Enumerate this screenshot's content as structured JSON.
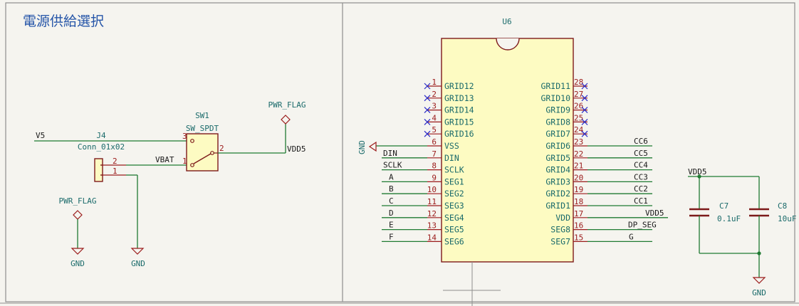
{
  "sheet": {
    "title": "電源供給選択"
  },
  "colors": {
    "background": "#f5f4ef",
    "border": "#8e8e8e",
    "wire": "#1f7a32",
    "pin": "#9b1b1b",
    "component_outline": "#7d1a1a",
    "component_fill": "#fdfbc2",
    "text_teal": "#1b6b6b",
    "text_dark": "#1a1a1a",
    "no_connect": "#2828c8",
    "title_blue": "#2555a8"
  },
  "components": {
    "j4": {
      "ref": "J4",
      "value": "Conn_01x02",
      "pin_numbers": [
        "2",
        "1"
      ]
    },
    "sw1": {
      "ref": "SW1",
      "value": "SW_SPDT",
      "pin_numbers": [
        "3",
        "1",
        "2"
      ]
    },
    "pwr_flag_a": {
      "label": "PWR_FLAG"
    },
    "pwr_flag_b": {
      "label": "PWR_FLAG"
    },
    "gnd_a": {
      "label": "GND"
    },
    "gnd_b": {
      "label": "GND"
    },
    "u6": {
      "ref": "U6",
      "left_pins": [
        {
          "num": "1",
          "name": "GRID12"
        },
        {
          "num": "2",
          "name": "GRID13"
        },
        {
          "num": "3",
          "name": "GRID14"
        },
        {
          "num": "4",
          "name": "GRID15"
        },
        {
          "num": "5",
          "name": "GRID16"
        },
        {
          "num": "6",
          "name": "VSS"
        },
        {
          "num": "7",
          "name": "DIN"
        },
        {
          "num": "8",
          "name": "SCLK"
        },
        {
          "num": "9",
          "name": "SEG1"
        },
        {
          "num": "10",
          "name": "SEG2"
        },
        {
          "num": "11",
          "name": "SEG3"
        },
        {
          "num": "12",
          "name": "SEG4"
        },
        {
          "num": "13",
          "name": "SEG5"
        },
        {
          "num": "14",
          "name": "SEG6"
        }
      ],
      "right_pins": [
        {
          "num": "28",
          "name": "GRID11"
        },
        {
          "num": "27",
          "name": "GRID10"
        },
        {
          "num": "26",
          "name": "GRID9"
        },
        {
          "num": "25",
          "name": "GRID8"
        },
        {
          "num": "24",
          "name": "GRID7"
        },
        {
          "num": "23",
          "name": "GRID6"
        },
        {
          "num": "22",
          "name": "GRID5"
        },
        {
          "num": "21",
          "name": "GRID4"
        },
        {
          "num": "20",
          "name": "GRID3"
        },
        {
          "num": "19",
          "name": "GRID2"
        },
        {
          "num": "18",
          "name": "GRID1"
        },
        {
          "num": "17",
          "name": "VDD"
        },
        {
          "num": "16",
          "name": "SEG8"
        },
        {
          "num": "15",
          "name": "SEG7"
        }
      ],
      "left_nets": [
        "",
        "",
        "",
        "",
        "",
        "GND",
        "DIN",
        "SCLK",
        "A",
        "B",
        "C",
        "D",
        "E",
        "F"
      ],
      "right_nets": [
        "",
        "",
        "",
        "",
        "",
        "CC6",
        "CC5",
        "CC4",
        "CC3",
        "CC2",
        "CC1",
        "VDD5",
        "DP_SEG",
        "G"
      ]
    },
    "c7": {
      "ref": "C7",
      "value": "0.1uF"
    },
    "c8": {
      "ref": "C8",
      "value": "10uF"
    },
    "gnd_c": {
      "label": "GND"
    }
  },
  "nets": {
    "v5": "V5",
    "vbat": "VBAT",
    "vdd5_sw": "VDD5",
    "vdd5_cap": "VDD5"
  }
}
